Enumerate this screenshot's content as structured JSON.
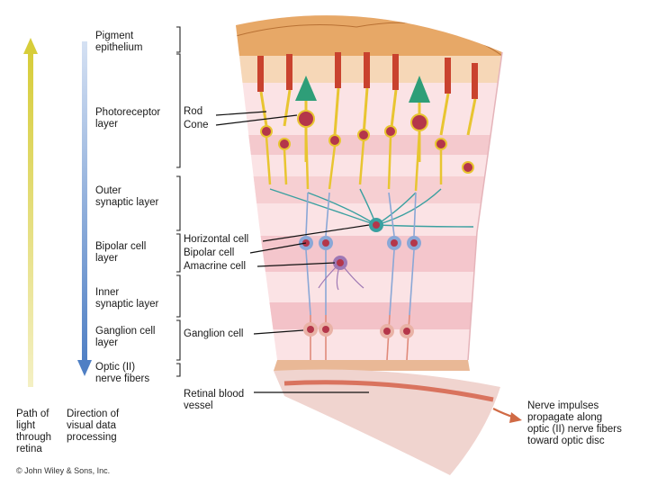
{
  "layers": [
    "Pigment\nepithelium",
    "Photoreceptor\nlayer",
    "Outer\nsynaptic layer",
    "Bipolar cell\nlayer",
    "Inner\nsynaptic layer",
    "Ganglion cell\nlayer",
    "Optic (II)\nnerve fibers"
  ],
  "cells": {
    "rod": "Rod",
    "cone": "Cone",
    "horizontal": "Horizontal cell",
    "bipolar": "Bipolar cell",
    "amacrine": "Amacrine cell",
    "ganglion": "Ganglion cell",
    "vessel": "Retinal blood\nvessel"
  },
  "arrows": {
    "light_path": "Path of\nlight\nthrough\nretina",
    "data_direction": "Direction of\nvisual data\nprocessing"
  },
  "nerve_note": "Nerve impulses\npropagate along\noptic (II) nerve fibers\ntoward optic disc",
  "copyright": "© John Wiley & Sons, Inc.",
  "colors": {
    "light_arrow": "#d8cc3a",
    "data_arrow": "#4f7fc4",
    "pigment": "#e7a867",
    "photoreceptor": "#e8c531",
    "cell_body": "#b4364a",
    "horizontal_cell": "#3aa0a0",
    "bipolar_cell": "#8aa7d6",
    "retina_pink": "#f6cfd2",
    "vessel": "#d9735e",
    "nerve_arrow": "#d06a45"
  }
}
